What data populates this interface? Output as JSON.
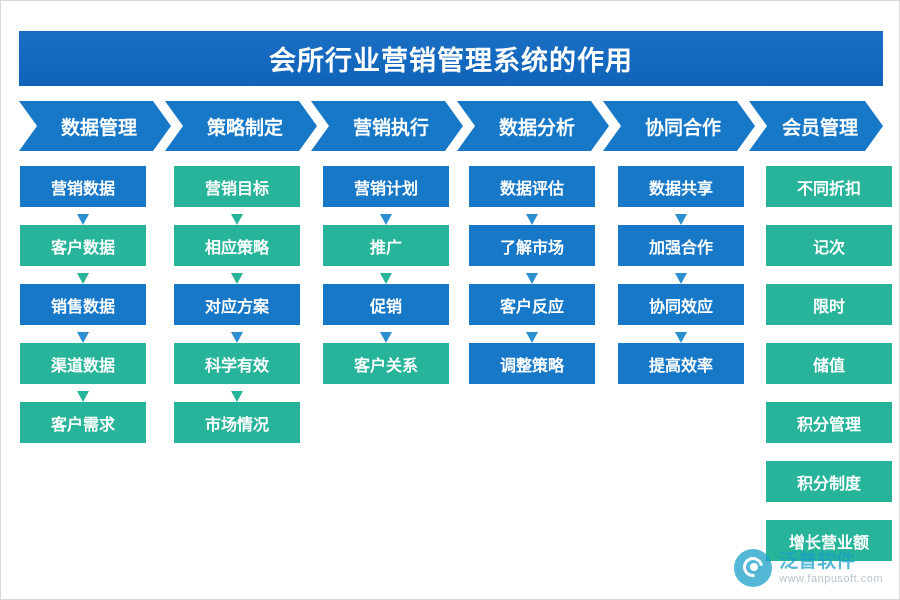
{
  "title": "会所行业营销管理系统的作用",
  "colors": {
    "banner": "#1565c0",
    "blue": "#1878c8",
    "teal": "#27b49a",
    "watermark": "#1a9fc7"
  },
  "columns": [
    {
      "header": "数据管理",
      "nodes": [
        {
          "label": "营销数据",
          "color": "blue"
        },
        {
          "label": "客户数据",
          "color": "teal"
        },
        {
          "label": "销售数据",
          "color": "blue"
        },
        {
          "label": "渠道数据",
          "color": "teal"
        },
        {
          "label": "客户需求",
          "color": "teal"
        }
      ]
    },
    {
      "header": "策略制定",
      "nodes": [
        {
          "label": "营销目标",
          "color": "teal"
        },
        {
          "label": "相应策略",
          "color": "teal"
        },
        {
          "label": "对应方案",
          "color": "blue"
        },
        {
          "label": "科学有效",
          "color": "teal"
        },
        {
          "label": "市场情况",
          "color": "teal"
        }
      ]
    },
    {
      "header": "营销执行",
      "nodes": [
        {
          "label": "营销计划",
          "color": "blue"
        },
        {
          "label": "推广",
          "color": "teal"
        },
        {
          "label": "促销",
          "color": "blue"
        },
        {
          "label": "客户关系",
          "color": "teal"
        }
      ]
    },
    {
      "header": "数据分析",
      "nodes": [
        {
          "label": "数据评估",
          "color": "blue"
        },
        {
          "label": "了解市场",
          "color": "blue"
        },
        {
          "label": "客户反应",
          "color": "blue"
        },
        {
          "label": "调整策略",
          "color": "blue"
        }
      ]
    },
    {
      "header": "协同合作",
      "nodes": [
        {
          "label": "数据共享",
          "color": "blue"
        },
        {
          "label": "加强合作",
          "color": "blue"
        },
        {
          "label": "协同效应",
          "color": "blue"
        },
        {
          "label": "提高效率",
          "color": "blue"
        }
      ]
    },
    {
      "header": "会员管理",
      "nodes": [
        {
          "label": "不同折扣",
          "color": "teal"
        },
        {
          "label": "记次",
          "color": "teal"
        },
        {
          "label": "限时",
          "color": "teal"
        },
        {
          "label": "储值",
          "color": "teal"
        },
        {
          "label": "积分管理",
          "color": "teal"
        },
        {
          "label": "积分制度",
          "color": "teal"
        },
        {
          "label": "增长营业额",
          "color": "teal"
        }
      ]
    }
  ],
  "watermark": {
    "name": "泛普软件",
    "url": "www.fanpusoft.com",
    "icon": "fanpu-logo-icon"
  }
}
